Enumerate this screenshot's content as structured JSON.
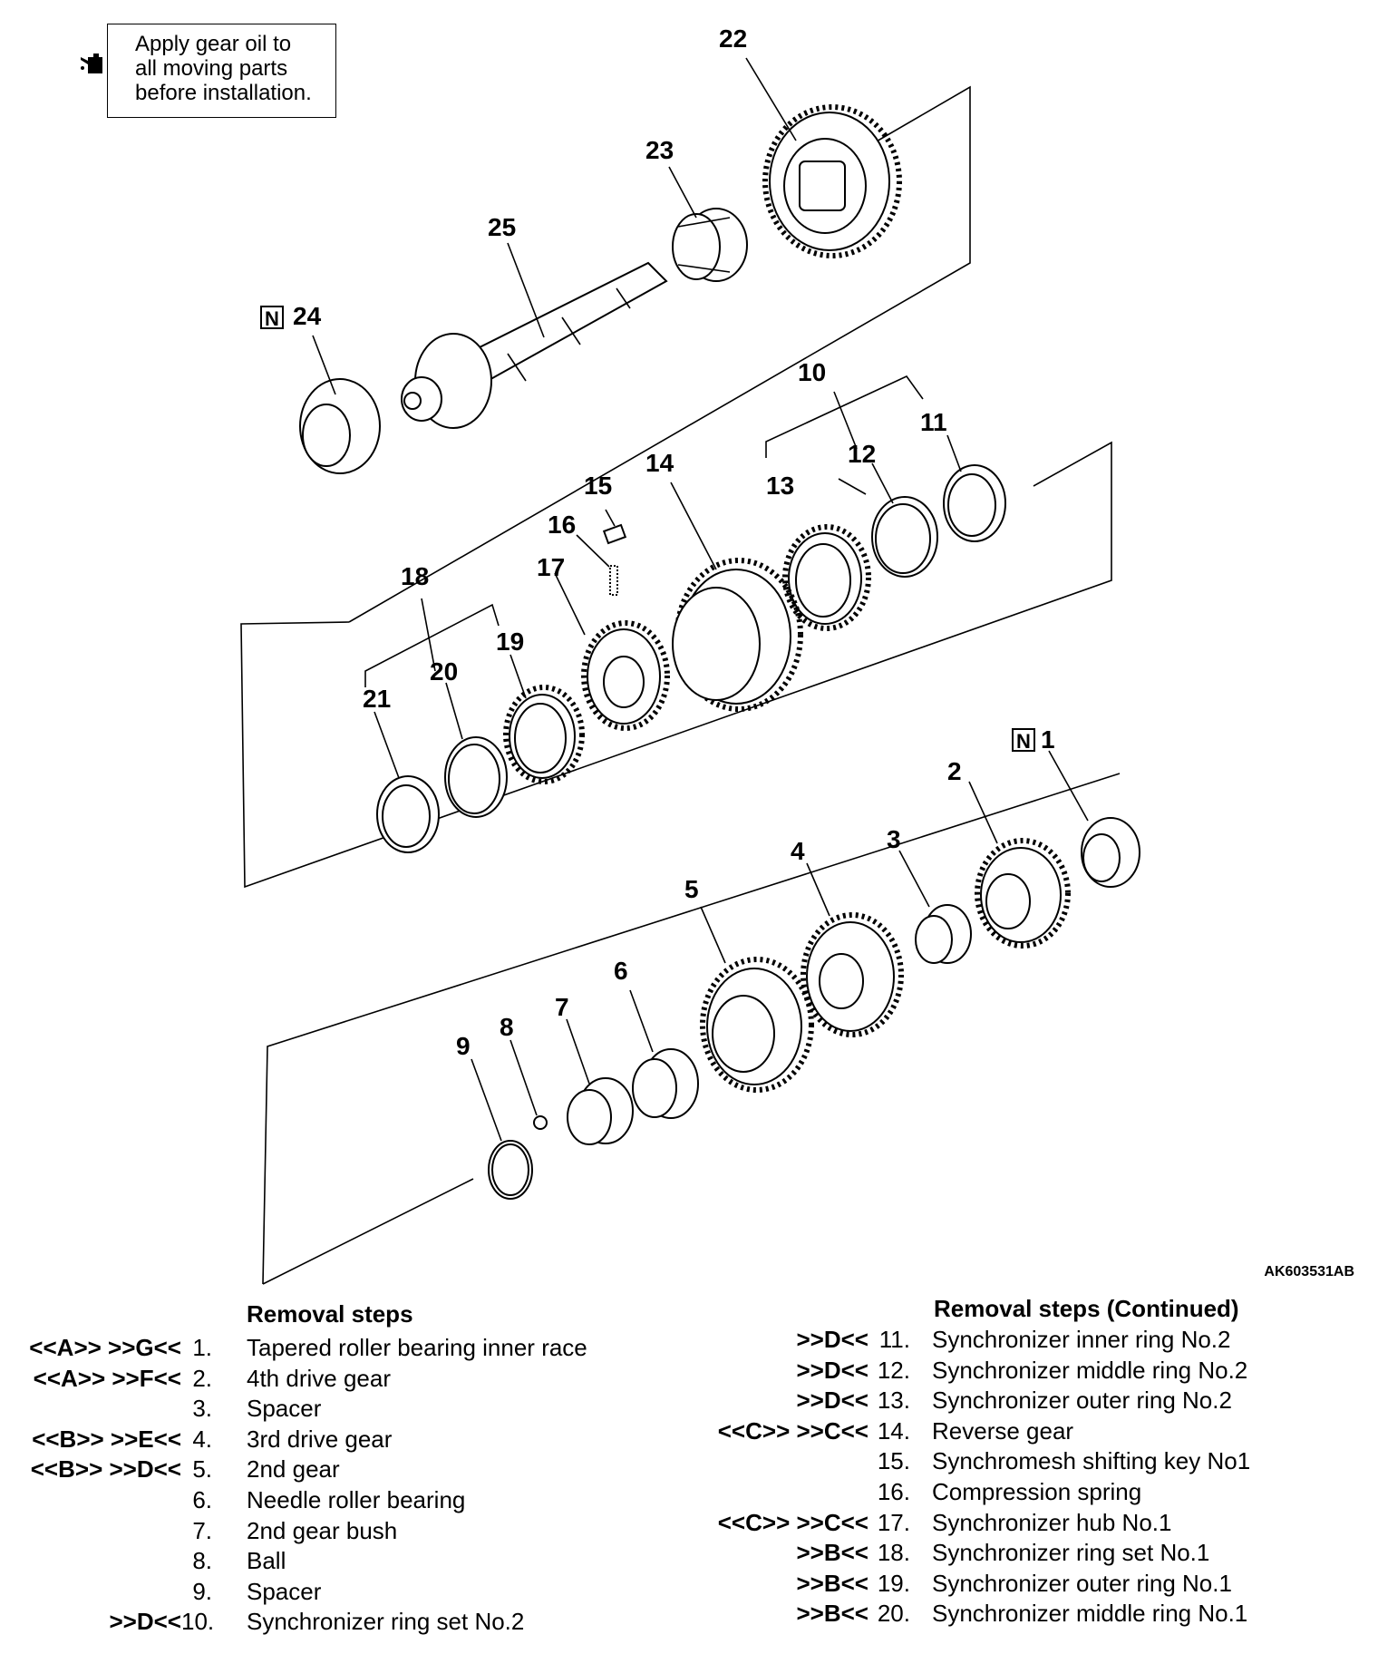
{
  "note": {
    "lines": [
      "Apply gear oil to",
      "all moving parts",
      "before installation."
    ],
    "icon": "oil-can-icon"
  },
  "figure_id": "AK603531AB",
  "callouts": [
    "1",
    "2",
    "3",
    "4",
    "5",
    "6",
    "7",
    "8",
    "9",
    "10",
    "11",
    "12",
    "13",
    "14",
    "15",
    "16",
    "17",
    "18",
    "19",
    "20",
    "21",
    "22",
    "23",
    "24",
    "25"
  ],
  "new_part_marker": "N",
  "steps_left": {
    "title": "Removal steps",
    "items": [
      {
        "codes": "<<A>> >>G<<",
        "num": "1.",
        "label": "Tapered roller bearing inner race"
      },
      {
        "codes": "<<A>> >>F<<",
        "num": "2.",
        "label": "4th drive gear"
      },
      {
        "codes": "",
        "num": "3.",
        "label": "Spacer"
      },
      {
        "codes": "<<B>> >>E<<",
        "num": "4.",
        "label": "3rd drive gear"
      },
      {
        "codes": "<<B>> >>D<<",
        "num": "5.",
        "label": "2nd gear"
      },
      {
        "codes": "",
        "num": "6.",
        "label": "Needle roller bearing"
      },
      {
        "codes": "",
        "num": "7.",
        "label": "2nd gear bush"
      },
      {
        "codes": "",
        "num": "8.",
        "label": "Ball"
      },
      {
        "codes": "",
        "num": "9.",
        "label": "Spacer"
      },
      {
        "codes": ">>D<<",
        "num": "10.",
        "label": "Synchronizer ring set No.2"
      }
    ]
  },
  "steps_right": {
    "title": "Removal steps (Continued)",
    "items": [
      {
        "codes": ">>D<<",
        "num": "11.",
        "label": "Synchronizer inner ring No.2"
      },
      {
        "codes": ">>D<<",
        "num": "12.",
        "label": "Synchronizer middle ring No.2"
      },
      {
        "codes": ">>D<<",
        "num": "13.",
        "label": "Synchronizer outer ring No.2"
      },
      {
        "codes": "<<C>> >>C<<",
        "num": "14.",
        "label": "Reverse gear"
      },
      {
        "codes": "",
        "num": "15.",
        "label": "Synchromesh shifting key No1"
      },
      {
        "codes": "",
        "num": "16.",
        "label": "Compression spring"
      },
      {
        "codes": "<<C>> >>C<<",
        "num": "17.",
        "label": "Synchronizer hub No.1"
      },
      {
        "codes": ">>B<<",
        "num": "18.",
        "label": "Synchronizer ring set No.1"
      },
      {
        "codes": ">>B<<",
        "num": "19.",
        "label": "Synchronizer outer ring No.1"
      },
      {
        "codes": ">>B<<",
        "num": "20.",
        "label": "Synchronizer middle ring No.1"
      }
    ]
  }
}
